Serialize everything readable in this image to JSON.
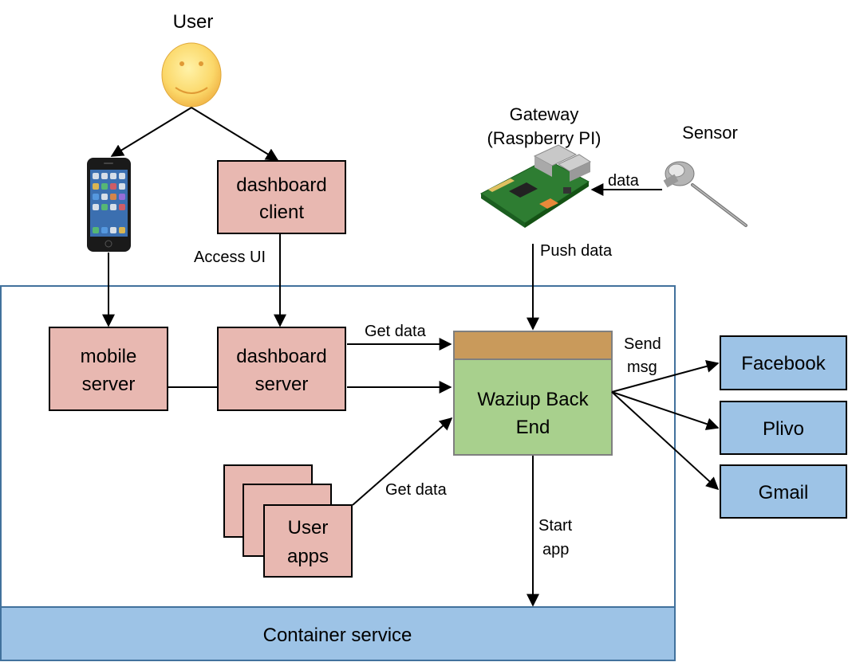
{
  "user": {
    "label": "User"
  },
  "gateway": {
    "line1": "Gateway",
    "line2": "(Raspberry PI)"
  },
  "sensor": {
    "label": "Sensor"
  },
  "boxes": {
    "dashboard_client": {
      "line1": "dashboard",
      "line2": "client"
    },
    "mobile_server": {
      "line1": "mobile",
      "line2": "server"
    },
    "dashboard_server": {
      "line1": "dashboard",
      "line2": "server"
    },
    "backend": {
      "line1": "Waziup Back",
      "line2": "End"
    },
    "user_apps": {
      "line1": "User",
      "line2": "apps"
    },
    "container": {
      "label": "Container service"
    }
  },
  "services": [
    "Facebook",
    "Plivo",
    "Gmail"
  ],
  "edge_labels": {
    "access_ui": "Access UI",
    "get_data_top": "Get data",
    "get_data_apps": "Get data",
    "push_data": "Push data",
    "data": "data",
    "send_msg_1": "Send",
    "send_msg_2": "msg",
    "start_app_1": "Start",
    "start_app_2": "app"
  },
  "colors": {
    "pink_box": "#e8b8b1",
    "green_box": "#a8d08d",
    "tan_bar": "#c99a5b",
    "blue_box": "#9dc3e6",
    "frame": "#41719c"
  }
}
